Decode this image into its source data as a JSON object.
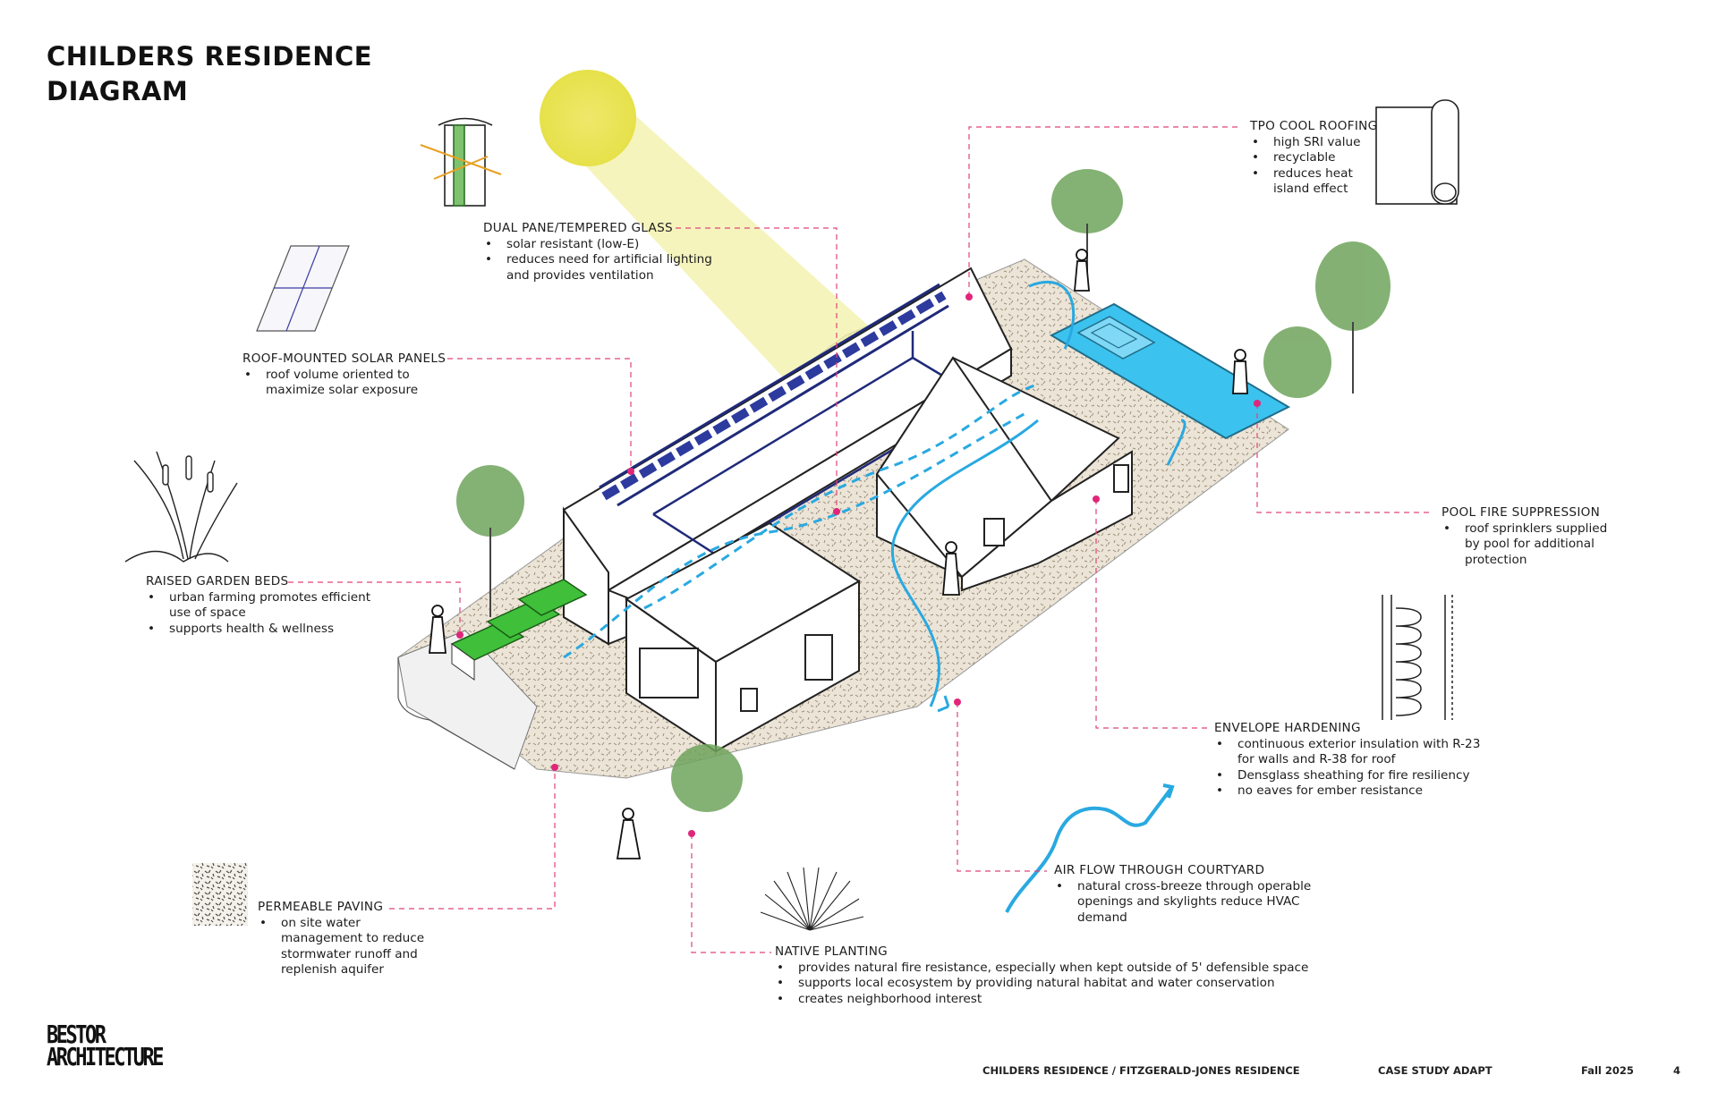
{
  "title": {
    "line1": "CHILDERS RESIDENCE",
    "line2": "DIAGRAM"
  },
  "callouts": {
    "tpo": {
      "heading": "TPO COOL ROOFING",
      "items": [
        "high SRI value",
        "recyclable",
        "reduces heat island effect"
      ]
    },
    "glass": {
      "heading": "DUAL PANE/TEMPERED GLASS",
      "items": [
        "solar resistant (low-E)",
        "reduces need for artificial lighting and provides ventilation"
      ]
    },
    "solar": {
      "heading": "ROOF-MOUNTED SOLAR PANELS",
      "items": [
        "roof volume oriented to maximize solar exposure"
      ]
    },
    "garden": {
      "heading": "RAISED GARDEN BEDS",
      "items": [
        "urban farming promotes efficient use of space",
        "supports health & wellness"
      ]
    },
    "pool": {
      "heading": "POOL FIRE SUPPRESSION",
      "items": [
        "roof sprinklers supplied by pool for additional protection"
      ]
    },
    "envelope": {
      "heading": "ENVELOPE HARDENING",
      "items": [
        "continuous exterior insulation with R-23 for walls and R-38 for roof",
        "Densglass sheathing for fire resiliency",
        "no eaves for ember resistance"
      ]
    },
    "airflow": {
      "heading": "AIR FLOW THROUGH COURTYARD",
      "items": [
        "natural cross-breeze through operable openings and skylights reduce HVAC demand"
      ]
    },
    "paving": {
      "heading": "PERMEABLE PAVING",
      "items": [
        "on site water management to reduce stormwater runoff and replenish aquifer"
      ]
    },
    "planting": {
      "heading": "NATIVE PLANTING",
      "items": [
        "provides natural fire resistance, especially when kept outside of 5' defensible space",
        "supports local ecosystem by providing natural habitat and water conservation",
        "creates neighborhood interest"
      ]
    }
  },
  "logo": {
    "line1": "BESTOR",
    "line2": "ARCHITECTURE"
  },
  "footer": {
    "project": "CHILDERS RESIDENCE / FITZGERALD-JONES RESIDENCE",
    "course": "CASE STUDY ADAPT",
    "term": "Fall 2025",
    "page": "4"
  },
  "colors": {
    "leader": "#e0447a",
    "airflow": "#29a9e1",
    "roof_line": "#1f2a7a",
    "sun": "#e6e14a",
    "pool": "#3cc2ee",
    "planting": "#4f8a3c",
    "garden": "#3fbf3a"
  }
}
